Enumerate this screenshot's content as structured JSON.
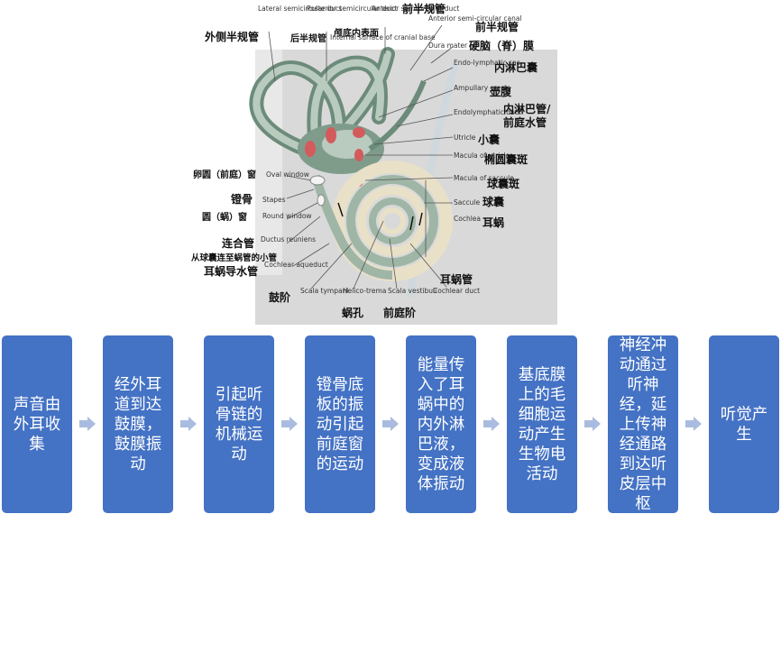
{
  "figure": {
    "labels_en": {
      "lateral": "Lateral semicircular duct",
      "posterior": "Posterior semicircular duct",
      "internal": "Internal surface of cranial base",
      "anterior": "Anterior semicircular duct",
      "anterior_canal": "Anterior semi-circular canal",
      "dura": "Dura mater",
      "endo_sac": "Endo-lymphatic sac",
      "ampullary": "Ampullary crests",
      "endo_duct": "Endolymphatic duct",
      "utricle": "Utricle",
      "macula_utricle": "Macula of utricle",
      "macula_saccule": "Macula of saccule",
      "saccule": "Saccule",
      "cochlea": "Cochlea",
      "oval": "Oval window",
      "stapes": "Stapes",
      "round": "Round window",
      "ductus": "Ductus reuniens",
      "cochlear_aq": "Cochlear aqueduct",
      "scala_tympani": "Scala tympani",
      "helicotrema": "Helico-trema",
      "scala_vestibuli": "Scala vestibuli",
      "cochlear_duct": "Cochlear duct"
    },
    "labels_zh": {
      "lateral": "外侧半规管",
      "posterior": "后半规管",
      "internal": "颅底内表面",
      "anterior": "前半规管",
      "anterior_canal": "前半规管",
      "dura": "硬脑（脊）膜",
      "endo_sac": "内淋巴囊",
      "ampulla": "壶腹",
      "endo_duct_1": "内淋巴管/",
      "endo_duct_2": "前庭水管",
      "utricle": "小囊",
      "macula_utricle": "椭圆囊斑",
      "macula_saccule": "球囊斑",
      "saccule": "球囊",
      "cochlea": "耳蜗",
      "oval": "卵圆（前庭）窗",
      "stapes": "镫骨",
      "round": "圆（蜗）窗",
      "ductus": "连合管",
      "ductus_desc": "从球囊连至蜗管的小管",
      "cochlear_aq": "耳蜗导水管",
      "scala_tympani": "鼓阶",
      "helicotrema": "蜗孔",
      "scala_vestibuli": "前庭阶",
      "cochlear_duct": "耳蜗管"
    }
  },
  "flow": {
    "steps": [
      "声音由外耳收集",
      "经外耳道到达鼓膜，鼓膜振动",
      "引起听骨链的机械运动",
      "镫骨底板的振动引起前庭窗的运动",
      "能量传入了耳蜗中的内外淋巴液，变成液体振动",
      "基底膜上的毛细胞运动产生生物电活动",
      "神经冲动通过听神经，延上传神经通路到达听皮层中枢",
      "听觉产生"
    ],
    "box_color": "#4472C4",
    "arrow_color": "#A9BCE0"
  }
}
